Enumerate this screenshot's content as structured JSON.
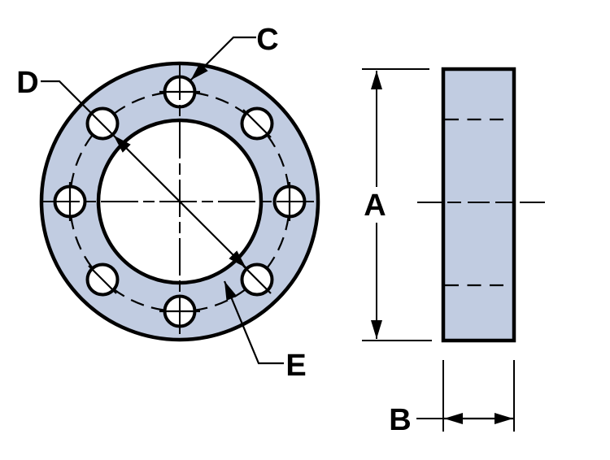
{
  "diagram": {
    "type": "flange-technical-drawing",
    "colors": {
      "background": "#ffffff",
      "line": "#000000",
      "part_fill": "#c1cce1"
    },
    "front_view": {
      "labels": {
        "c": "C",
        "d": "D",
        "e": "E"
      }
    },
    "side_view": {
      "labels": {
        "a": "A",
        "b": "B"
      }
    }
  }
}
